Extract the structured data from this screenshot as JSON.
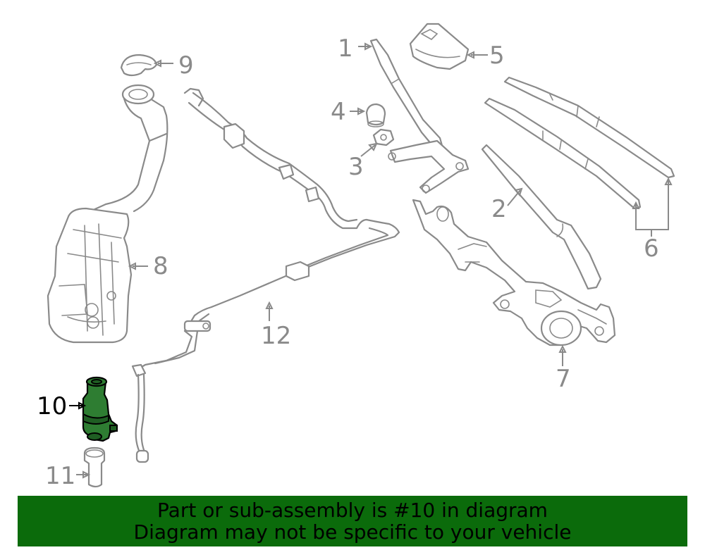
{
  "callouts": {
    "c1": "1",
    "c2": "2",
    "c3": "3",
    "c4": "4",
    "c5": "5",
    "c6": "6",
    "c7": "7",
    "c8": "8",
    "c9": "9",
    "c10": "10",
    "c11": "11",
    "c12": "12"
  },
  "highlighted_part": "10",
  "colors": {
    "highlight_fill": "#2e7d32",
    "banner_bg": "#0b6b0b",
    "line_art": "#8a8a8a"
  },
  "banner": {
    "line1": "Part or sub-assembly is #10 in diagram",
    "line2": "Diagram may not be specific to your vehicle"
  }
}
